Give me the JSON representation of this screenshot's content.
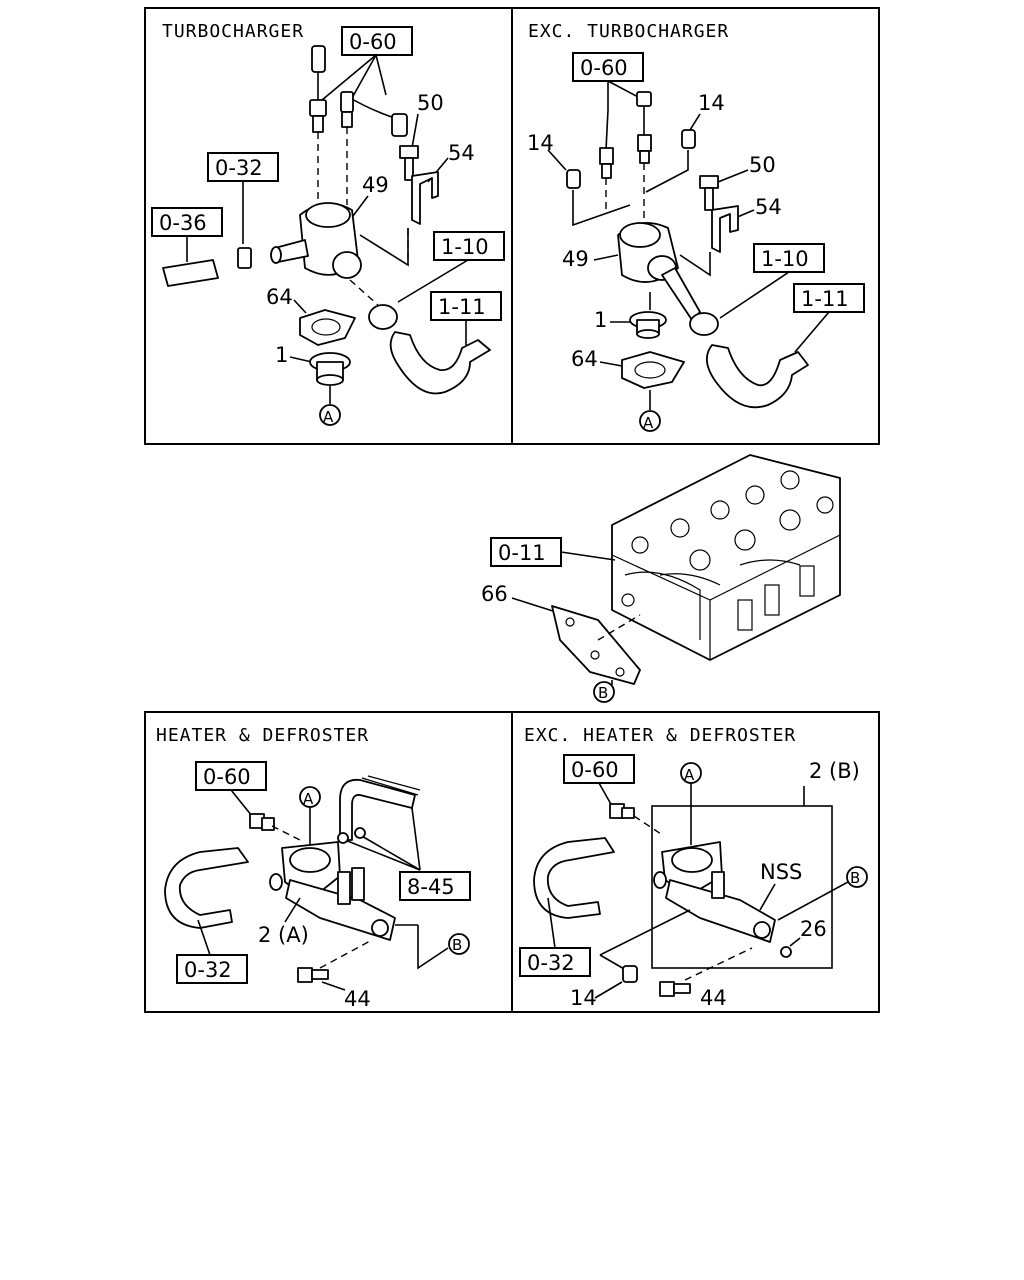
{
  "panels": {
    "turbocharger": {
      "title": "TURBOCHARGER",
      "refs": [
        "0-60",
        "0-32",
        "0-36",
        "1-10",
        "1-11"
      ],
      "parts": [
        "50",
        "54",
        "49",
        "64",
        "1"
      ],
      "circle": "A"
    },
    "exc_turbocharger": {
      "title": "EXC. TURBOCHARGER",
      "refs": [
        "0-60",
        "1-10",
        "1-11"
      ],
      "parts": [
        "14",
        "14",
        "50",
        "54",
        "49",
        "1",
        "64"
      ],
      "circle": "A"
    },
    "cylinder_head": {
      "refs": [
        "0-11"
      ],
      "parts": [
        "66"
      ],
      "circle": "B"
    },
    "heater_defroster": {
      "title": "HEATER & DEFROSTER",
      "refs": [
        "0-60",
        "8-45",
        "0-32"
      ],
      "parts": [
        "2 (A)",
        "44"
      ],
      "circles": [
        "A",
        "B"
      ]
    },
    "exc_heater_defroster": {
      "title": "EXC. HEATER & DEFROSTER",
      "refs": [
        "0-60",
        "0-32"
      ],
      "parts": [
        "2 (B)",
        "NSS",
        "26",
        "14",
        "44"
      ],
      "circles": [
        "A",
        "B"
      ]
    }
  }
}
